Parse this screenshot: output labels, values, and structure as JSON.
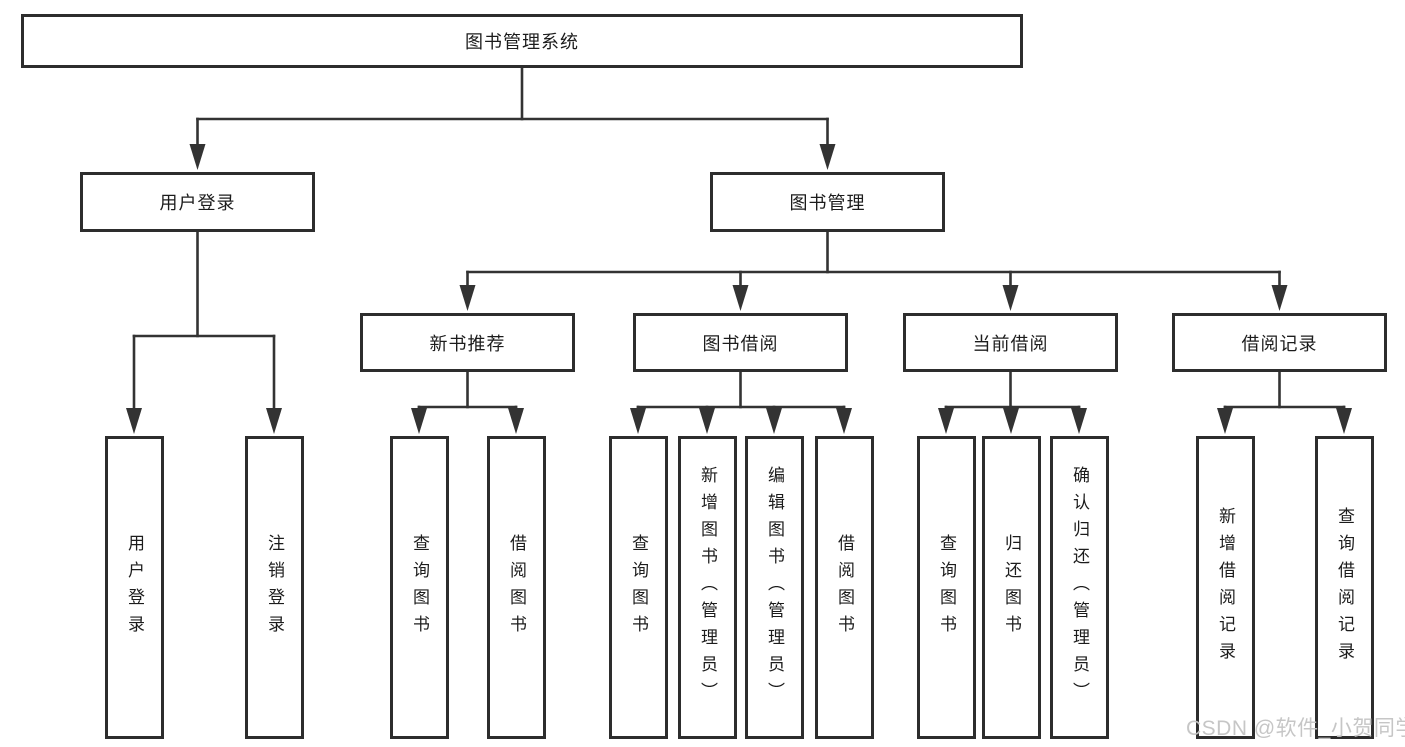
{
  "diagram": {
    "tree": {
      "label": "图书管理系统",
      "children": [
        {
          "label": "用户登录",
          "children": [
            {
              "label": "用户登录"
            },
            {
              "label": "注销登录"
            }
          ]
        },
        {
          "label": "图书管理",
          "children": [
            {
              "label": "新书推荐",
              "children": [
                {
                  "label": "查询图书"
                },
                {
                  "label": "借阅图书"
                }
              ]
            },
            {
              "label": "图书借阅",
              "children": [
                {
                  "label": "查询图书"
                },
                {
                  "label": "新增图书（管理员）"
                },
                {
                  "label": "编辑图书（管理员）"
                },
                {
                  "label": "借阅图书"
                }
              ]
            },
            {
              "label": "当前借阅",
              "children": [
                {
                  "label": "查询图书"
                },
                {
                  "label": "归还图书"
                },
                {
                  "label": "确认归还（管理员）"
                }
              ]
            },
            {
              "label": "借阅记录",
              "children": [
                {
                  "label": "新增借阅记录"
                },
                {
                  "label": "查询借阅记录"
                }
              ]
            }
          ]
        }
      ]
    }
  },
  "watermark": {
    "text": "CSDN @软件_小贺同学"
  },
  "colors": {
    "line": "#333333",
    "box_border": "#2d2d2d",
    "box_background": "#ffffff",
    "text": "#1c1c1c",
    "watermark": "#c4c4c4",
    "page_background": "#ffffff"
  }
}
